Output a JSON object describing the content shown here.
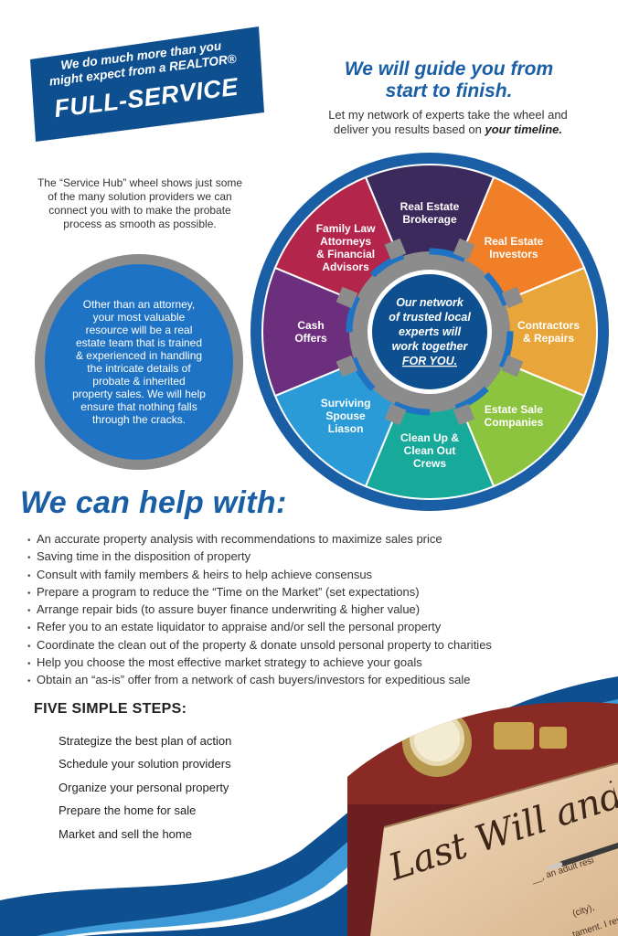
{
  "banner": {
    "line1": "We do much more than you",
    "line2": "might expect from a REALTOR®",
    "line3": "FULL-SERVICE"
  },
  "headline": {
    "line1": "We will guide you from",
    "line2": "start to finish.",
    "sub1": "Let my network of experts take the wheel and",
    "sub2_prefix": "deliver you results based on ",
    "sub2_emphasis": "your timeline."
  },
  "intro": {
    "lines": [
      "The “Service Hub” wheel shows just some",
      "of the many solution providers we can",
      "connect you with to make the probate",
      "process as smooth as possible."
    ]
  },
  "circle": {
    "lines": [
      "Other than an attorney,",
      "your most valuable",
      "resource will be a real",
      "estate team that is trained",
      "& experienced in handling",
      "the intricate details of",
      "probate & inherited",
      "property sales. We will help",
      "ensure that nothing falls",
      "through the cracks."
    ]
  },
  "wheel": {
    "segments": [
      {
        "lines": [
          "Real Estate",
          "Brokerage"
        ],
        "color": "#3d2a5c"
      },
      {
        "lines": [
          "Real Estate",
          "Investors"
        ],
        "color": "#f07f27"
      },
      {
        "lines": [
          "Contractors",
          "& Repairs"
        ],
        "color": "#e8a53a"
      },
      {
        "lines": [
          "Estate Sale",
          "Companies"
        ],
        "color": "#8cc43f"
      },
      {
        "lines": [
          "Clean Up &",
          "Clean Out",
          "Crews"
        ],
        "color": "#17a99a"
      },
      {
        "lines": [
          "Surviving",
          "Spouse",
          "Liason"
        ],
        "color": "#2a9bd6"
      },
      {
        "lines": [
          "Cash",
          "Offers"
        ],
        "color": "#6b2f7e"
      },
      {
        "lines": [
          "Family Law",
          "Attorneys",
          "& Financial",
          "Advisors"
        ],
        "color": "#b3254b"
      }
    ],
    "hub": {
      "lines": [
        "Our network",
        "of trusted local",
        "experts will",
        "work together"
      ],
      "emphasis": "FOR YOU."
    }
  },
  "help": {
    "title": "We can help with:",
    "items": [
      "An accurate property analysis  with recommendations to maximize sales price",
      "Saving time in the disposition of property",
      "Consult with family members & heirs to help achieve consensus",
      "Prepare a program to reduce the “Time on the Market” (set expectations)",
      "Arrange repair bids (to assure buyer finance underwriting & higher value)",
      "Refer you to an estate liquidator to appraise and/or sell the personal property",
      "Coordinate the clean out of the property & donate unsold personal property to charities",
      "Help you choose the most effective market strategy to achieve your goals",
      "Obtain an “as-is” offer from a network of cash buyers/investors for expeditious sale"
    ]
  },
  "steps": {
    "title": "FIVE SIMPLE STEPS:",
    "items": [
      "Strategize the best plan of action",
      "Schedule your solution providers",
      "Organize your personal property",
      "Prepare the home for sale",
      "Market and sell the home"
    ]
  },
  "document": {
    "script": "Last Will and",
    "fine1": "__, an adult resi",
    "fine2": "(city),",
    "fine3": "tament. I rev"
  },
  "colors": {
    "brand_blue": "#1a5fa5",
    "dark_blue": "#0e4f8f",
    "circle_blue": "#1f73c4",
    "gray": "#8c8c8c"
  }
}
